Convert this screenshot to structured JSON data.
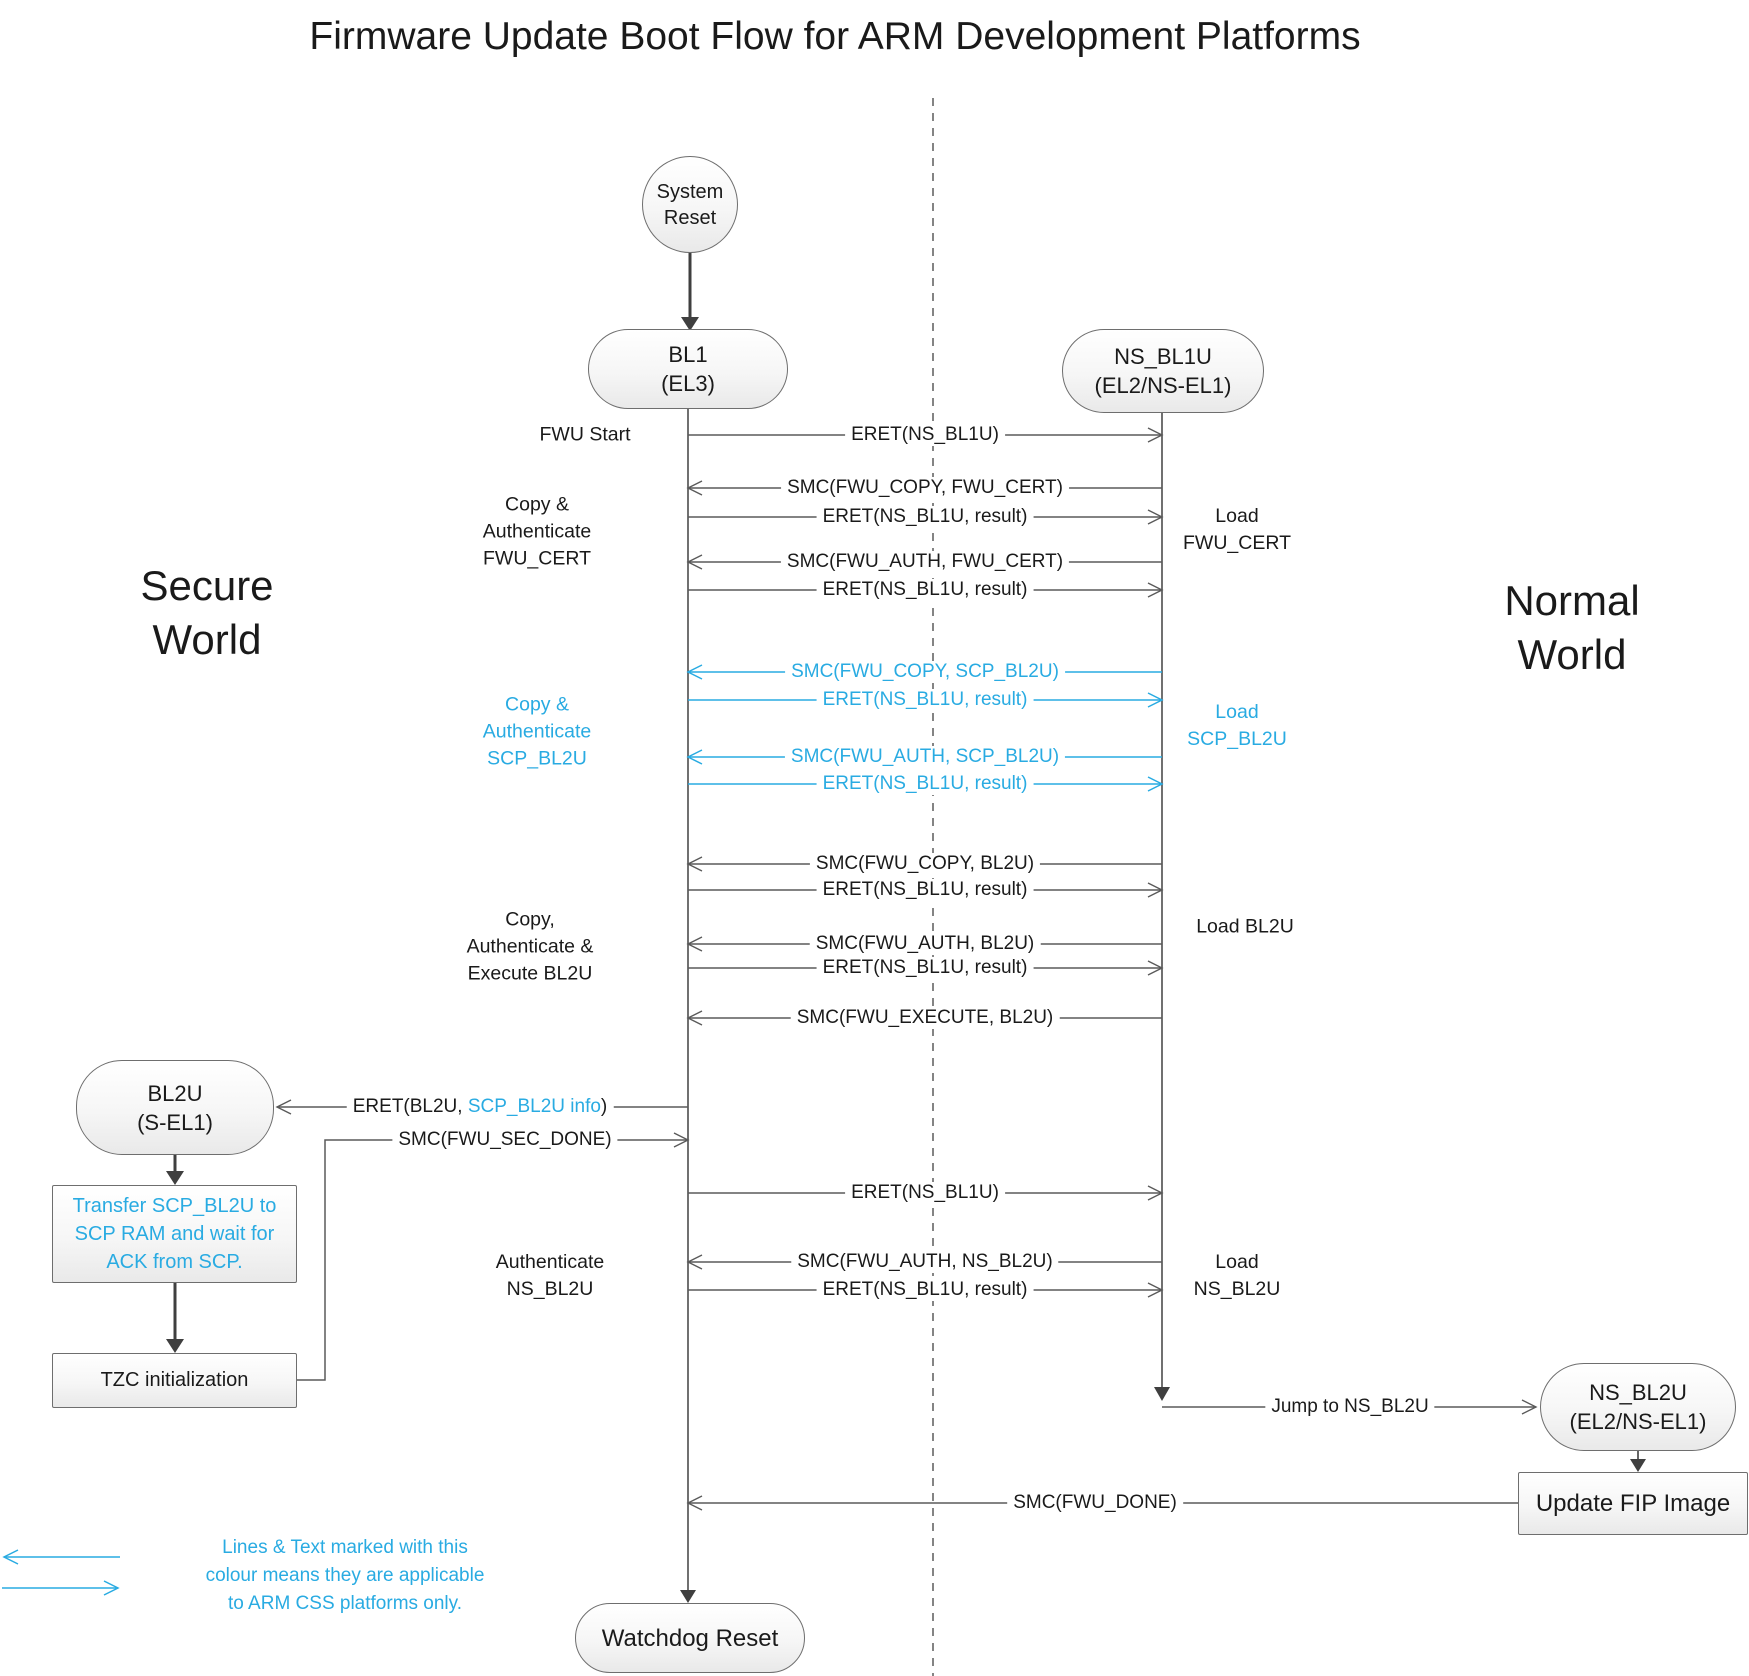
{
  "title": "Firmware Update Boot Flow for ARM Development Platforms",
  "worlds": {
    "secure": "Secure\nWorld",
    "normal": "Normal\nWorld"
  },
  "colors": {
    "accent_css_blue": "#29ABE2",
    "line": "#595959",
    "text": "#1A1A1A"
  },
  "nodes": {
    "system_reset": "System\nReset",
    "bl1": "BL1\n(EL3)",
    "ns_bl1u": "NS_BL1U\n(EL2/NS-EL1)",
    "bl2u": "BL2U\n(S-EL1)",
    "transfer_scp": "Transfer SCP_BL2U to\nSCP RAM and wait for\nACK from SCP.",
    "tzc": "TZC initialization",
    "ns_bl2u": "NS_BL2U\n(EL2/NS-EL1)",
    "update_fip": "Update FIP Image",
    "watchdog": "Watchdog Reset"
  },
  "messages": [
    {
      "label": "ERET(NS_BL1U)"
    },
    {
      "label": "SMC(FWU_COPY, FWU_CERT)"
    },
    {
      "label": "ERET(NS_BL1U, result)"
    },
    {
      "label": "SMC(FWU_AUTH, FWU_CERT)"
    },
    {
      "label": "ERET(NS_BL1U, result)"
    },
    {
      "label": "SMC(FWU_COPY, SCP_BL2U)"
    },
    {
      "label": "ERET(NS_BL1U, result)"
    },
    {
      "label": "SMC(FWU_AUTH, SCP_BL2U)"
    },
    {
      "label": "ERET(NS_BL1U, result)"
    },
    {
      "label": "SMC(FWU_COPY, BL2U)"
    },
    {
      "label": "ERET(NS_BL1U, result)"
    },
    {
      "label": "SMC(FWU_AUTH, BL2U)"
    },
    {
      "label": "ERET(NS_BL1U, result)"
    },
    {
      "label": "SMC(FWU_EXECUTE, BL2U)"
    },
    {
      "prefix": "ERET(BL2U, ",
      "highlight": "SCP_BL2U info",
      "suffix": ")"
    },
    {
      "label": "SMC(FWU_SEC_DONE)"
    },
    {
      "label": "ERET(NS_BL1U)"
    },
    {
      "label": "SMC(FWU_AUTH, NS_BL2U)"
    },
    {
      "label": "ERET(NS_BL1U, result)"
    },
    {
      "label": "Jump to NS_BL2U"
    },
    {
      "label": "SMC(FWU_DONE)"
    }
  ],
  "side_labels": {
    "left": [
      {
        "label": "FWU Start"
      },
      {
        "label": "Copy &\nAuthenticate\nFWU_CERT"
      },
      {
        "label": "Copy &\nAuthenticate\nSCP_BL2U"
      },
      {
        "label": "Copy,\nAuthenticate &\nExecute BL2U"
      },
      {
        "label": "Authenticate\nNS_BL2U"
      }
    ],
    "right": [
      {
        "label": "Load\nFWU_CERT"
      },
      {
        "label": "Load\nSCP_BL2U"
      },
      {
        "label": "Load BL2U"
      },
      {
        "label": "Load\nNS_BL2U"
      }
    ]
  },
  "legend": {
    "text": "Lines & Text marked with this\ncolour means they are applicable\nto ARM CSS platforms only."
  }
}
